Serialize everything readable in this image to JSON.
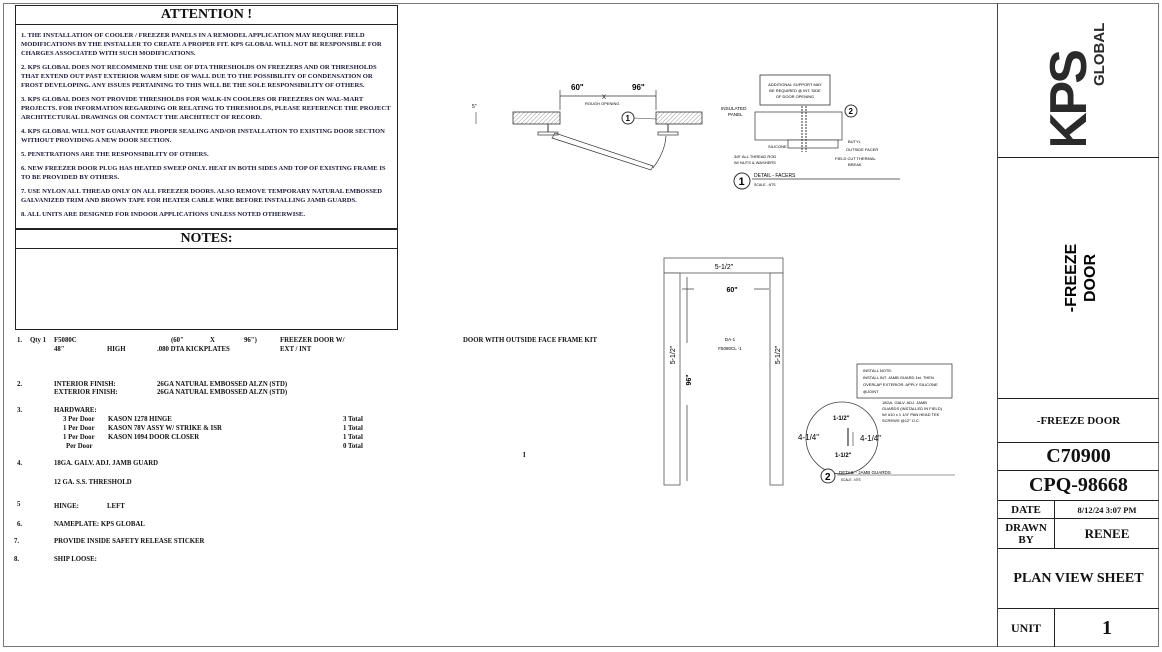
{
  "attention": {
    "title": "ATTENTION !",
    "notes": [
      "1. THE INSTALLATION OF COOLER / FREEZER PANELS IN A REMODEL APPLICATION MAY REQUIRE FIELD MODIFICATIONS BY THE INSTALLER TO CREATE A PROPER FIT. KPS GLOBAL WILL NOT BE RESPONSIBLE FOR CHARGES ASSOCIATED WITH SUCH MODIFICATIONS.",
      "2. KPS GLOBAL DOES NOT RECOMMEND THE USE OF DTA THRESHOLDS ON FREEZERS AND OR THRESHOLDS THAT EXTEND OUT PAST EXTERIOR WARM SIDE OF WALL DUE TO THE POSSIBILITY OF CONDENSATION OR FROST DEVELOPING. ANY ISSUES PERTAINING TO THIS WILL BE THE SOLE RESPONSIBILITY OF OTHERS.",
      "3. KPS GLOBAL DOES NOT PROVIDE THRESHOLDS FOR WALK-IN COOLERS OR FREEZERS ON WAL-MART PROJECTS. FOR INFORMATION REGARDING OR RELATING TO THRESHOLDS, PLEASE REFERENCE THE PROJECT ARCHITECTURAL DRAWINGS OR CONTACT THE ARCHITECT OF RECORD.",
      "4. KPS GLOBAL WILL NOT GUARANTEE PROPER SEALING AND/OR INSTALLATION TO EXISTING DOOR SECTION WITHOUT PROVIDING A NEW DOOR SECTION.",
      "5. PENETRATIONS ARE THE RESPONSIBILITY OF OTHERS.",
      "6. NEW FREEZER DOOR PLUG HAS HEATED SWEEP ONLY. HEAT IN BOTH SIDES AND TOP OF EXISTING FRAME IS TO BE PROVIDED BY OTHERS.",
      "7. USE NYLON ALL THREAD ONLY ON ALL FREEZER DOORS. ALSO REMOVE TEMPORARY NATURAL EMBOSSED GALVANIZED TRIM AND BROWN TAPE FOR HEATER CABLE WIRE BEFORE INSTALLING JAMB GUARDS.",
      "8. ALL UNITS ARE DESIGNED FOR INDOOR APPLICATIONS UNLESS NOTED OTHERWISE."
    ]
  },
  "notes": {
    "title": "NOTES:"
  },
  "items": {
    "i1": {
      "num": "1.",
      "qty": "Qty 1",
      "model": "F5080C",
      "w": "(60\"",
      "x": "X",
      "h": "96\")",
      "desc": "FREEZER DOOR W/",
      "kick_h": "48\"",
      "high": "HIGH",
      "kick": ".080 DTA KICKPLATES",
      "extint": "EXT / INT"
    },
    "i2": {
      "num": "2.",
      "int_label": "INTERIOR FINISH:",
      "int_val": "26GA NATURAL EMBOSSED ALZN (STD)",
      "ext_label": "EXTERIOR FINISH:",
      "ext_val": "26GA NATURAL EMBOSSED ALZN (STD)"
    },
    "i3": {
      "num": "3.",
      "label": "HARDWARE:",
      "rows": [
        {
          "per": "3 Per Door",
          "name": "KASON 1278 HINGE",
          "total": "3 Total"
        },
        {
          "per": "1 Per Door",
          "name": "KASON 78V ASSY W/ STRIKE & ISR",
          "total": "1 Total"
        },
        {
          "per": "1 Per Door",
          "name": "KASON 1094 DOOR CLOSER",
          "total": "1 Total"
        },
        {
          "per": "Per Door",
          "name": "",
          "total": "0 Total"
        }
      ]
    },
    "i4": {
      "num": "4.",
      "text": "18GA. GALV. ADJ. JAMB GUARD",
      "text2": "12 GA. S.S. THRESHOLD"
    },
    "i5": {
      "num": "5",
      "label": "HINGE:",
      "val": "LEFT"
    },
    "i6": {
      "num": "6.",
      "text": "NAMEPLATE: KPS GLOBAL"
    },
    "i7": {
      "num": "7.",
      "text": "PROVIDE INSIDE SAFETY RELEASE STICKER"
    },
    "i8": {
      "num": "8.",
      "text": "SHIP LOOSE:"
    }
  },
  "plan": {
    "dim_w": "60\"",
    "dim_h": "96\"",
    "x": "X",
    "rough": "ROUGH OPENING",
    "thk": "5\"",
    "callout": "1"
  },
  "detail1": {
    "support": [
      "ADDITIONAL SUPPORT MAY",
      "BE REQUIRED @ INT. SIDE",
      "OF DOOR OPENING"
    ],
    "panel": [
      "INSULATED",
      "PANEL"
    ],
    "silicone": "SILICONE",
    "rod": [
      "3/8\" ALL THREAD ROD",
      "W/ NUTS & WASHERS"
    ],
    "butyl": [
      "BUTYL",
      "OUTSIDE FACER"
    ],
    "thermal": [
      "FIELD CUT THERMAL",
      "BREAK"
    ],
    "num": "1",
    "callout2": "2",
    "title": "DETAIL - FACERS",
    "scale": "SCALE - NTS"
  },
  "elevation": {
    "caption": "DOOR WITH OUTSIDE FACE FRAME KIT",
    "marker": "I",
    "top": "5-1/2\"",
    "width": "60\"",
    "height": "96\"",
    "left": "5-1/2\"",
    "right": "5-1/2\"",
    "tag1": "DA-1",
    "tag2": "F5080CL -1"
  },
  "detail2": {
    "note": [
      "INSTALL NOTE:",
      "INSTALL INT. JAMB GUARD 1st. THEN",
      "OVERLAP EXTERIOR. APPLY SILICONE",
      "@JOINT"
    ],
    "guard": [
      "18GA. GALV. ADJ. JAMB",
      "GUARDS (INSTALLED IN FIELD)",
      "W/ #10 x 1 1/4\" PAN HEAD TEK",
      "SCREWS @12\" O.C."
    ],
    "d1": "1-1/2\"",
    "d2": "4-1/4\"",
    "d3": "4-1/4\"",
    "d4": "1-1/2\"",
    "num": "2",
    "title": "DETAIL - JAMB GUARDS",
    "scale": "SCALE - NTS"
  },
  "title_block": {
    "logo": "KPS GLOBAL",
    "vertical_title": [
      "-FREEZE",
      "DOOR"
    ],
    "product": "-FREEZE DOOR",
    "job": "C70900",
    "quote": "CPQ-98668",
    "date_label": "DATE",
    "date": "8/12/24 3:07 PM",
    "drawn_label": "DRAWN BY",
    "drawn": "RENEE",
    "sheet": "PLAN VIEW SHEET",
    "unit_label": "UNIT",
    "unit": "1"
  }
}
